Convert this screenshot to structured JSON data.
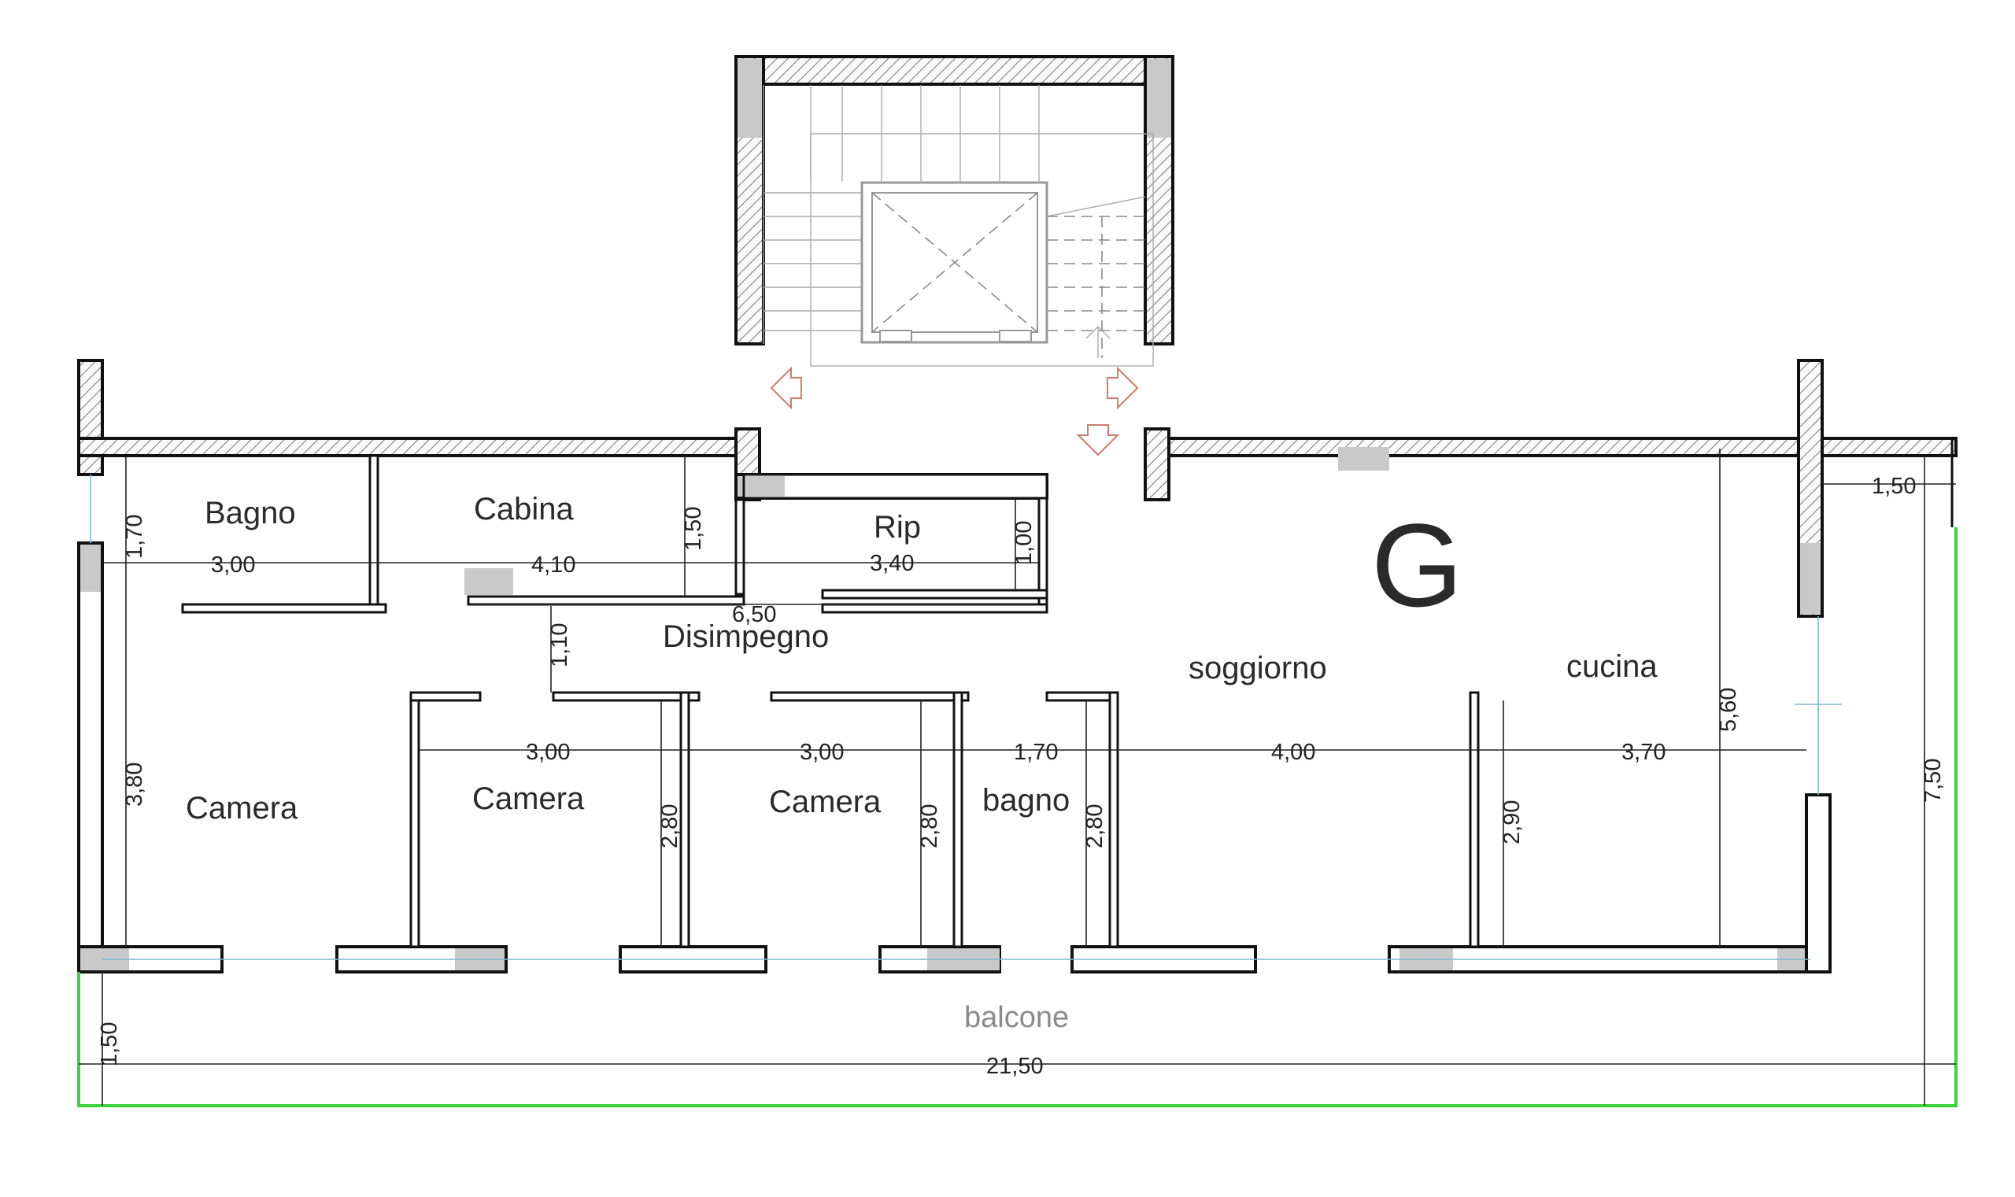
{
  "plan": {
    "unit_label": "G",
    "rooms": {
      "bagno_top": "Bagno",
      "cabina": "Cabina",
      "rip": "Rip",
      "disimpegno": "Disimpegno",
      "soggiorno": "soggiorno",
      "cucina": "cucina",
      "camera_1": "Camera",
      "camera_2": "Camera",
      "camera_3": "Camera",
      "bagno_bottom": "bagno",
      "balcone": "balcone"
    },
    "dimensions": {
      "bagno_height": "1,70",
      "bagno_width": "3,00",
      "cabina_width": "4,10",
      "cabina_height": "1,50",
      "rip_width": "3,40",
      "rip_height": "1,00",
      "disimpegno_length": "6,50",
      "disimpegno_width": "1,10",
      "camera1_height": "3,80",
      "camera2_width": "3,00",
      "camera3_width": "3,00",
      "bagno_width_bottom": "1,70",
      "soggiorno_width": "4,00",
      "cucina_width": "3,70",
      "camera2_height": "2,80",
      "camera3_height": "2,80",
      "bagno_height_bottom": "2,80",
      "soggiorno_height": "2,90",
      "living_depth": "5,60",
      "total_depth": "7,50",
      "side_terrace": "1,50",
      "balcony_depth": "1,50",
      "total_width": "21,50"
    }
  }
}
